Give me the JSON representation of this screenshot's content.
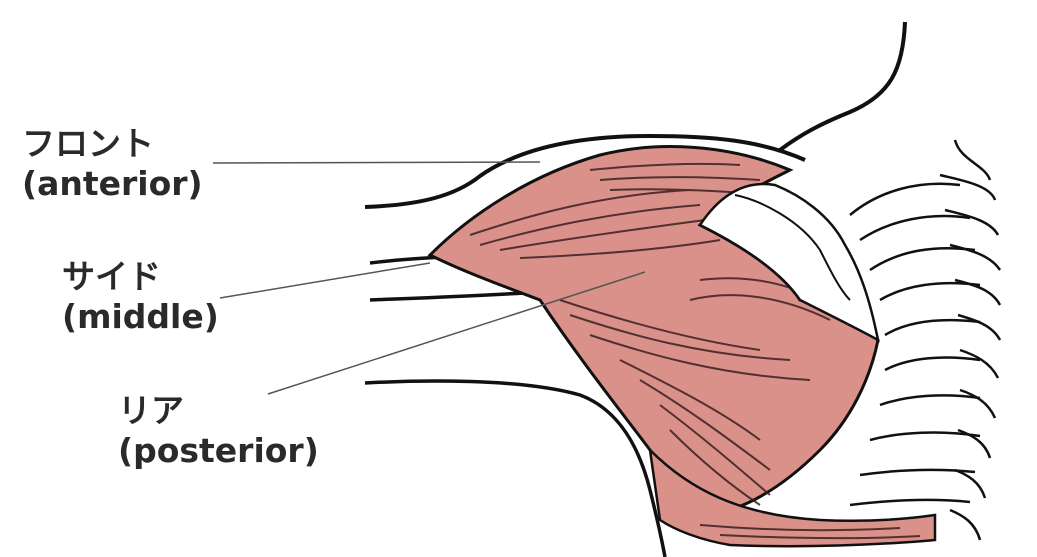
{
  "labels": {
    "front": {
      "jp": "フロント",
      "en": "(anterior)"
    },
    "side": {
      "jp": "サイド",
      "en": "(middle)"
    },
    "rear": {
      "jp": "リア",
      "en": "(posterior)"
    }
  },
  "colors": {
    "muscle": "#d9918a",
    "muscle_dark": "#b8645d",
    "outline": "#111111",
    "leader": "#555555",
    "text": "#2a2a2a"
  }
}
